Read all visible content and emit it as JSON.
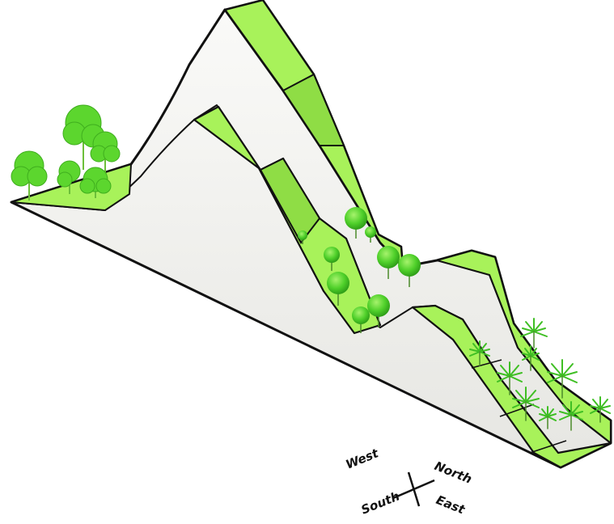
{
  "compass": {
    "west": "West",
    "north": "North",
    "south": "South",
    "east": "East"
  },
  "colors": {
    "terrace": "#a8f25a",
    "terrace_shade": "#8fdd45",
    "terrain": "#f1f1ef",
    "terrain_shade": "#dcdcd8",
    "outline": "#111111",
    "tree": "#5cd62e",
    "tree_dark": "#3fae1e"
  },
  "icons": [
    "broadleaf-tree-icon",
    "round-tree-icon",
    "palm-tree-icon"
  ]
}
